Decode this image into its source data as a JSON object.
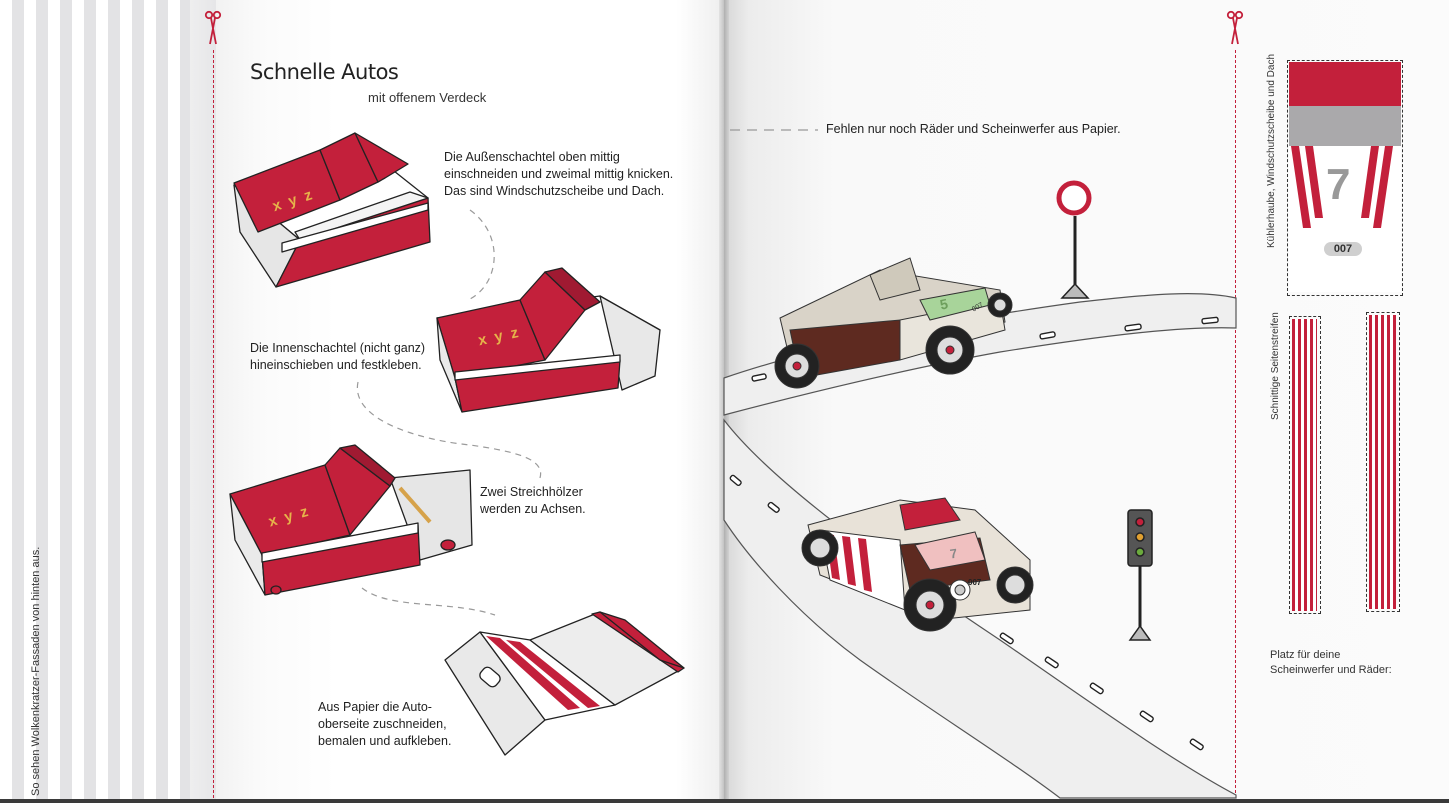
{
  "margin_note": "So sehen Wolkenkratzer-Fassaden von hinten aus.",
  "title": "Schnelle Autos",
  "subtitle": "mit offenem Verdeck",
  "steps": [
    {
      "text": "Die Außenschachtel oben mittig\neinschneiden und zweimal mittig knicken.\nDas sind Windschutzscheibe und Dach."
    },
    {
      "text": "Die Innenschachtel (nicht ganz)\nhineinschieben und festkleben."
    },
    {
      "text": "Zwei Streichhölzer\nwerden zu Achsen."
    },
    {
      "text": "Aus Papier die Auto-\noberseite zuschneiden,\nbemalen und aufkleben."
    }
  ],
  "box_lettering": "x y z",
  "right_caption": "Fehlen nur noch Räder und Scheinwerfer aus Papier.",
  "templates": {
    "hood_label": "Kühlerhaube, Windschutzscheibe und Dach",
    "hood_number": "7",
    "hood_plate": "007",
    "side_label": "Schnittige Seitenstreifen",
    "space_note": "Platz für deine\nScheinwerfer und Räder:"
  },
  "car_numbers": [
    "5",
    "7"
  ],
  "car_plates": [
    "007",
    "007"
  ],
  "colors": {
    "brand_red": "#c3203b",
    "gray": "#aaa9ab",
    "stripe_gray": "#e3e3e5",
    "road": "#efefef"
  }
}
